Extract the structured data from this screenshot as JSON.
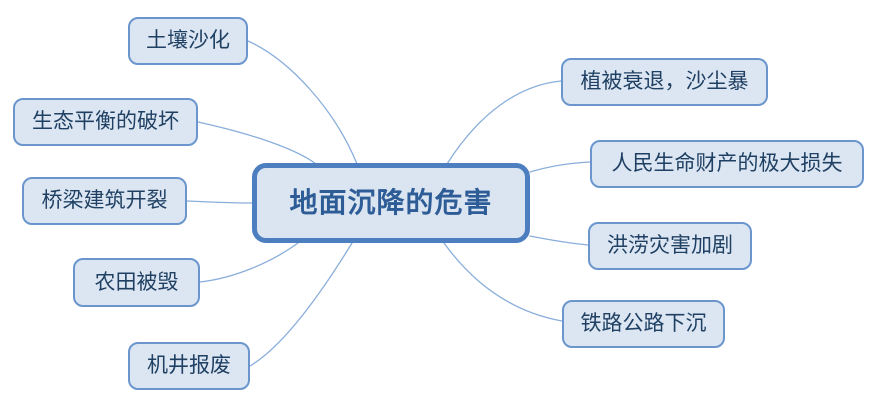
{
  "mindmap": {
    "center": {
      "label": "地面沉降的危害"
    },
    "branches": [
      {
        "label": "土壤沙化",
        "side": "left"
      },
      {
        "label": "生态平衡的破坏",
        "side": "left"
      },
      {
        "label": "桥梁建筑开裂",
        "side": "left"
      },
      {
        "label": "农田被毁",
        "side": "left"
      },
      {
        "label": "机井报废",
        "side": "left"
      },
      {
        "label": "植被衰退，沙尘暴",
        "side": "right"
      },
      {
        "label": "人民生命财产的极大损失",
        "side": "right"
      },
      {
        "label": "洪涝灾害加剧",
        "side": "right"
      },
      {
        "label": "铁路公路下沉",
        "side": "right"
      }
    ],
    "colors": {
      "center_fill": "#dbe5f1",
      "center_border": "#4d7ec0",
      "center_text": "#2d5c96",
      "branch_fill": "#dce6f2",
      "branch_border": "#6a96cd",
      "branch_text": "#1f4063",
      "connector": "#8aaedb"
    }
  }
}
